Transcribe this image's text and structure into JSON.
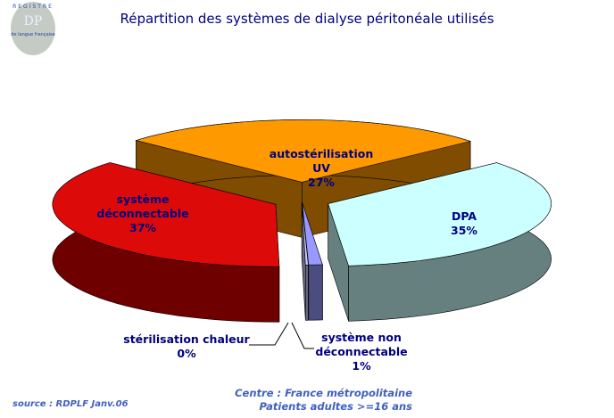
{
  "logo": {
    "ring_text": "REGISTRE",
    "initials": "DP",
    "subtitle": "de langue française"
  },
  "source": "source : RDPLF  Janv.06",
  "note": {
    "line1": "Centre : France métropolitaine",
    "line2": "Patients adultes >=16 ans"
  },
  "chart_data": {
    "type": "pie",
    "style": "3d-exploded",
    "title": "Répartition des systèmes de dialyse péritonéale utilisés",
    "slices": [
      {
        "label": "autostérilisation UV",
        "value": 27,
        "pct_label": "27%",
        "color": "#ff9900",
        "side_color": "#7f4c00"
      },
      {
        "label": "DPA",
        "value": 35,
        "pct_label": "35%",
        "color": "#ccffff",
        "side_color": "#668080"
      },
      {
        "label": "système non déconnectable",
        "label_lines": [
          "système non",
          "déconnectable"
        ],
        "value": 1,
        "pct_label": "1%",
        "color": "#9999ff",
        "side_color": "#4c4c80"
      },
      {
        "label": "stérilisation chaleur",
        "value": 0.2,
        "pct_label": "0%",
        "color": "#ccccff",
        "side_color": "#666680"
      },
      {
        "label": "système déconnectable",
        "label_lines": [
          "système",
          "déconnectable"
        ],
        "value": 37,
        "pct_label": "37%",
        "color": "#dd0a0a",
        "side_color": "#6e0000"
      }
    ]
  }
}
